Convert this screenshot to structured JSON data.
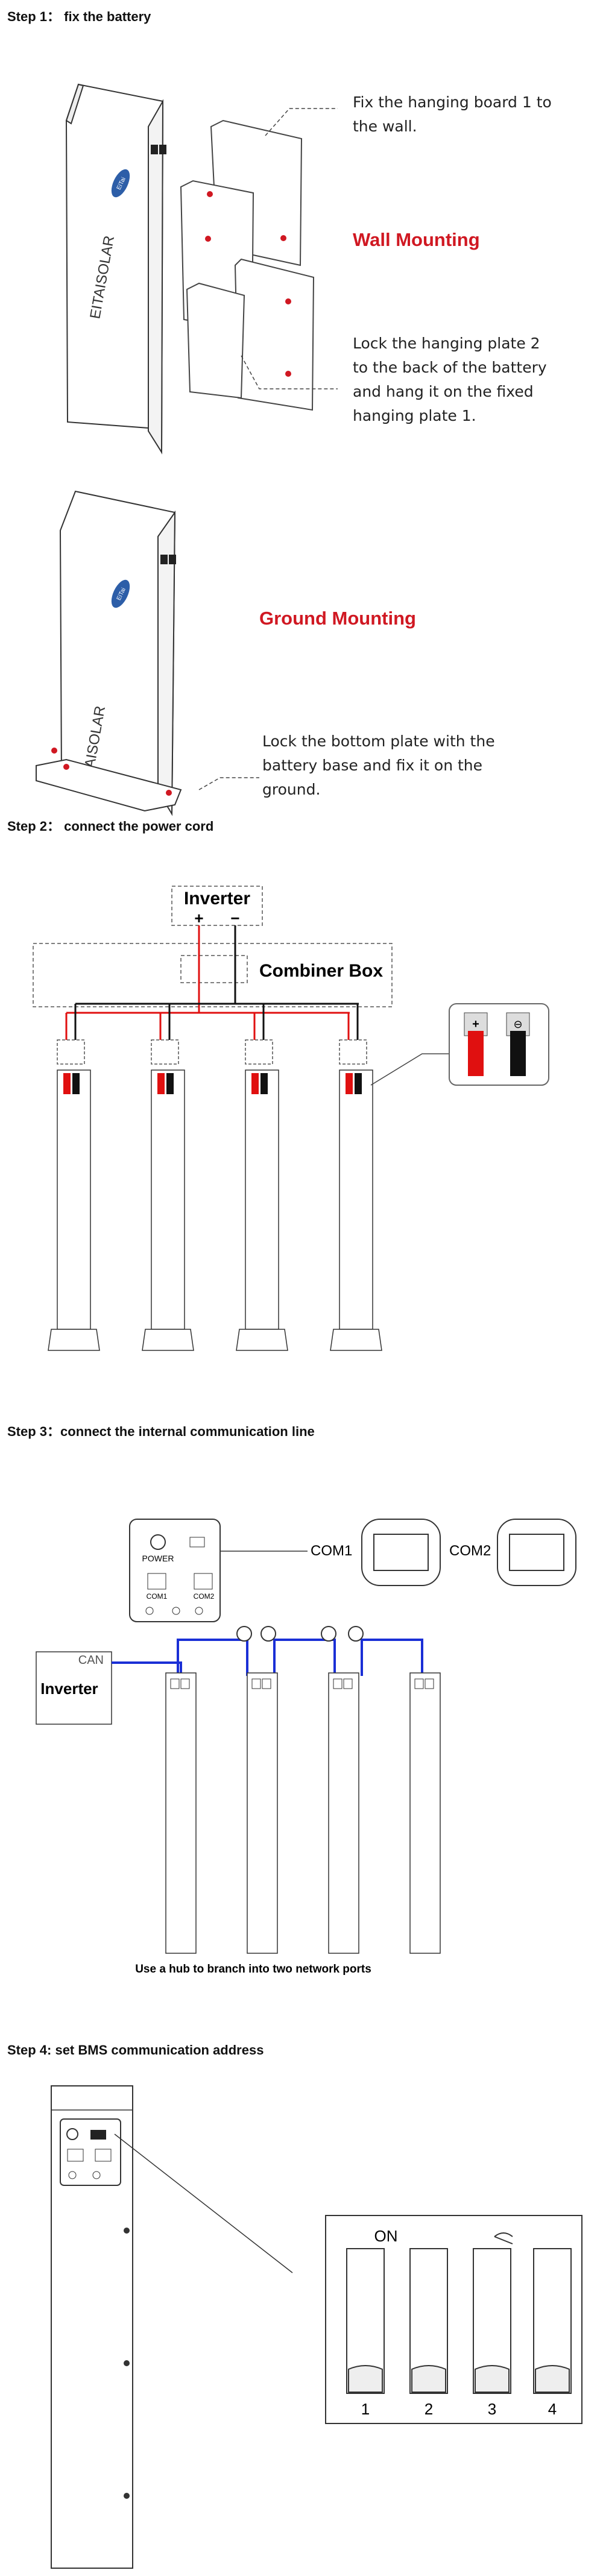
{
  "steps": {
    "step1": "Step 1：  fix the battery",
    "step2": "Step 2：  connect the power cord",
    "step3": "Step 3：connect the internal communication line",
    "step4": "Step 4: set BMS communication address"
  },
  "wall_mounting": {
    "title": "Wall Mounting",
    "note_board": "Fix the hanging board 1 to the wall.",
    "note_plate": "Lock the hanging plate 2 to the back of the battery and hang it on the fixed hanging plate 1.",
    "brand_side": "EITAISOLAR",
    "brand_logo": "EiTai"
  },
  "ground_mounting": {
    "title": "Ground Mounting",
    "note": "Lock the bottom plate with the battery base and fix it on the ground.",
    "brand_side": "EITAISOLAR",
    "brand_logo": "EiTai"
  },
  "power_diagram": {
    "inverter": "Inverter",
    "plus": "+",
    "minus": "−",
    "combiner": "Combiner Box",
    "plus_symbol": "+",
    "minus_symbol": "⊖"
  },
  "comm_diagram": {
    "power_label": "POWER",
    "com1_small": "COM1",
    "com2_small": "COM2",
    "com1": "COM1",
    "com2": "COM2",
    "can": "CAN",
    "inverter": "Inverter",
    "caption": "Use a hub to branch into two network ports"
  },
  "dip_switch": {
    "on_label": "ON",
    "numbers": [
      "1",
      "2",
      "3",
      "4"
    ]
  },
  "colors": {
    "accent_red": "#d01822",
    "cable_red": "#e01010",
    "cable_black": "#111111",
    "cable_blue": "#1a2fd6"
  }
}
